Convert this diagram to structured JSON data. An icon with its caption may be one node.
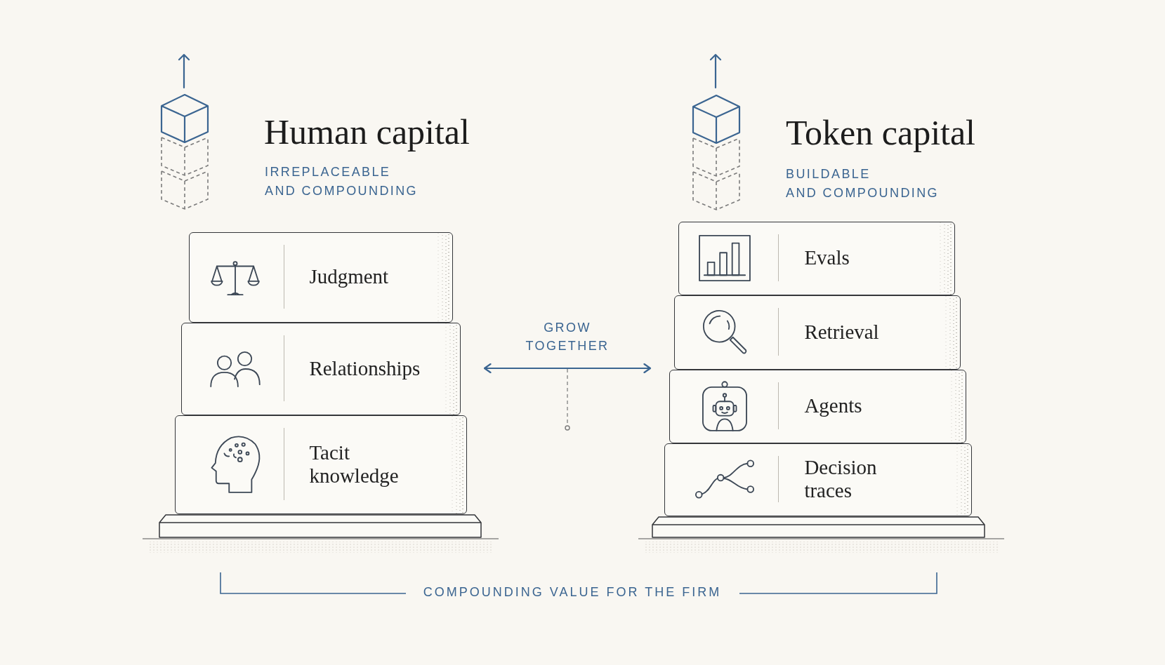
{
  "diagram": {
    "nodes": [
      {
        "text": [
          "Human capital",
          "IRREPLACEABLE AND COMPOUNDING"
        ]
      },
      {
        "text": [
          "Judgment"
        ],
        "in": 0
      },
      {
        "text": [
          "Relationships"
        ],
        "in": 0
      },
      {
        "text": [
          "Tacit knowledge"
        ],
        "in": 0
      },
      {
        "text": [
          "Token capital",
          "BUILDABLE AND COMPOUNDING"
        ]
      },
      {
        "text": [
          "Evals"
        ],
        "in": 4
      },
      {
        "text": [
          "Retrieval"
        ],
        "in": 4
      },
      {
        "text": [
          "Agents"
        ],
        "in": 4
      },
      {
        "text": [
          "Decision traces"
        ],
        "in": 4
      }
    ],
    "edges": [
      {
        "from": 0,
        "to": 4,
        "arrow": "both",
        "label": "GROW TOGETHER"
      }
    ],
    "labels": [
      "COMPOUNDING VALUE FOR THE FIRM"
    ]
  }
}
